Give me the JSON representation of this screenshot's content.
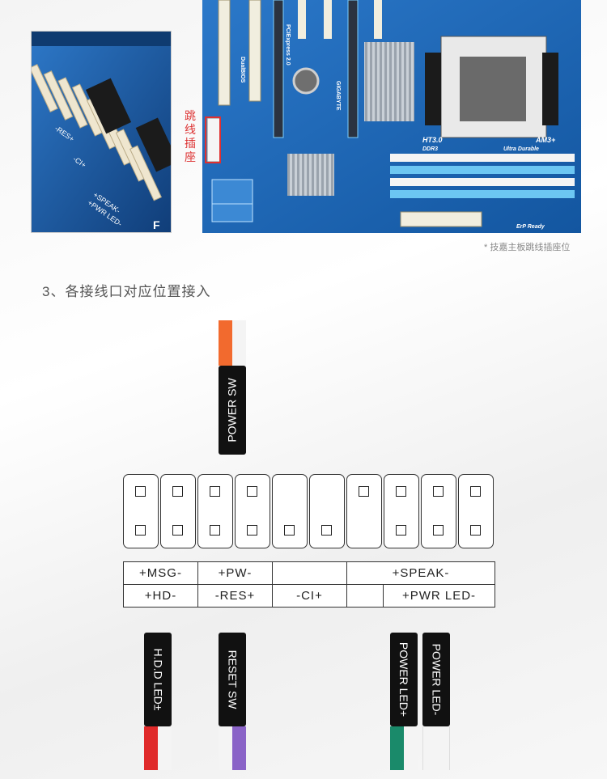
{
  "photos": {
    "left_closeup": {
      "board_labels": [
        "-RES+",
        "-CI+",
        "+SPEAK-",
        "+PWR LED-",
        "F"
      ]
    },
    "main_board": {
      "chip_labels": [
        "HT3.0",
        "DDR3",
        "AM3+",
        "Ultra Durable",
        "ErP Ready",
        "GIGABYTE",
        "PCIExpress 2.0",
        "DualBIOS"
      ]
    }
  },
  "jumper_label": "跳线插座",
  "caption": "* 技嘉主板跳线插座位",
  "step_title": "3、各接线口对应位置接入",
  "top_connector": {
    "label": "POWER SW",
    "color": "#f26a2e"
  },
  "pins": {
    "top": [
      true,
      true,
      true,
      true,
      false,
      false,
      true,
      true,
      true,
      true
    ],
    "bottom": [
      true,
      true,
      true,
      true,
      true,
      true,
      false,
      true,
      true,
      true
    ]
  },
  "label_table": {
    "row1": [
      "+MSG-",
      "+PW-",
      "",
      "+SPEAK-"
    ],
    "row2": [
      "+HD-",
      "-RES+",
      "-CI+",
      "",
      "+PWR LED-"
    ]
  },
  "bottom_connectors": [
    {
      "label": "H.D.D LED±",
      "color": "#e02a2a"
    },
    {
      "label": "RESET SW",
      "color": "#8a63c7"
    },
    {
      "label": "POWER LED+",
      "color": "#1a8a6a"
    },
    {
      "label": "POWER LED-",
      "color": "#ffffff"
    }
  ]
}
